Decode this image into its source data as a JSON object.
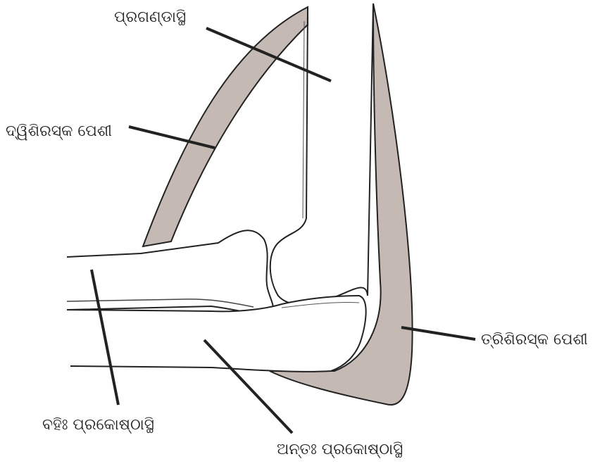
{
  "labels": {
    "humerus": "ପ୍ରଗଣ୍ଡାସ୍ଥି",
    "biceps": "ଦ୍ୱିଶିରସ୍କ ପେଶୀ",
    "triceps": "ତ୍ରିଶିରସ୍କ ପେଶୀ",
    "radius": "ବହିଃ ପ୍ରକୋଷ୍ଠାସ୍ଥି",
    "ulna": "ଅନ୍ତଃ ପ୍ରକୋଷ୍ଠାସ୍ଥି"
  },
  "colors": {
    "muscle_fill": "#c4b9b3",
    "outline": "#222222",
    "background": "#ffffff"
  }
}
